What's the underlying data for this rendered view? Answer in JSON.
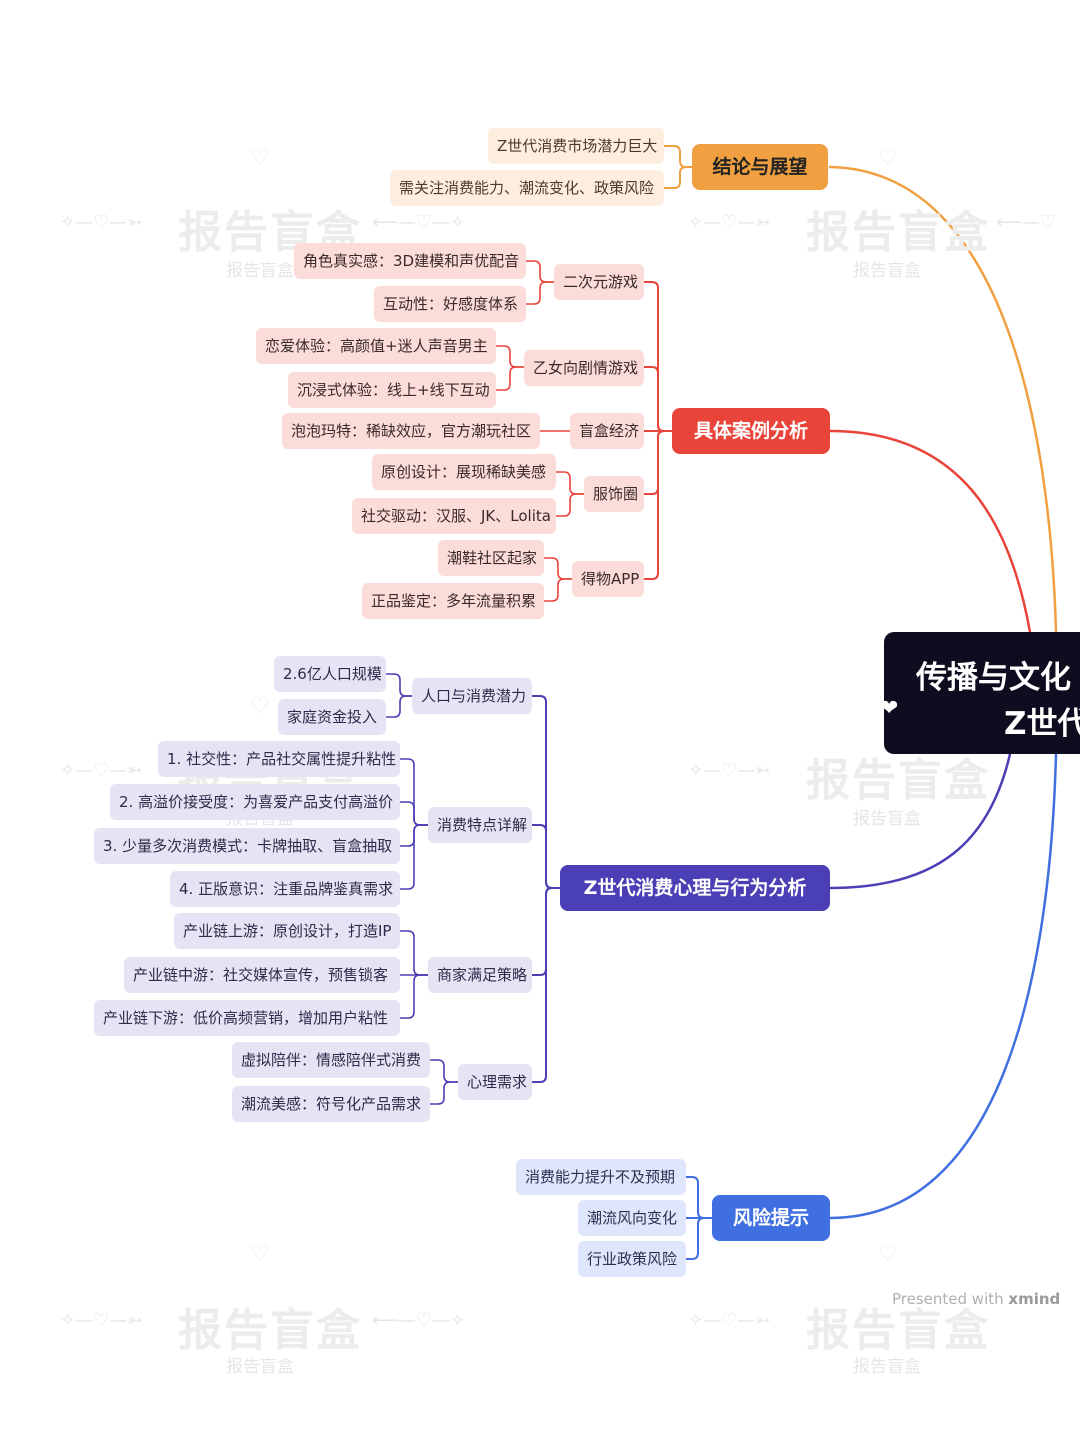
{
  "root": {
    "line1": "传播与文化",
    "line2": "Z世代"
  },
  "branches": {
    "conclusion": {
      "label": "结论与展望",
      "color": "#f0a040",
      "items": [
        "Z世代消费市场潜力巨大",
        "需关注消费能力、潮流变化、政策风险"
      ]
    },
    "cases": {
      "label": "具体案例分析",
      "color": "#e8443a",
      "groups": [
        {
          "label": "二次元游戏",
          "items": [
            "角色真实感：3D建模和声优配音",
            "互动性：好感度体系"
          ]
        },
        {
          "label": "乙女向剧情游戏",
          "items": [
            "恋爱体验：高颜值+迷人声音男主",
            "沉浸式体验：线上+线下互动"
          ]
        },
        {
          "label": "盲盒经济",
          "items": [
            "泡泡玛特：稀缺效应，官方潮玩社区"
          ]
        },
        {
          "label": "服饰圈",
          "items": [
            "原创设计：展现稀缺美感",
            "社交驱动：汉服、JK、Lolita"
          ]
        },
        {
          "label": "得物APP",
          "items": [
            "潮鞋社区起家",
            "正品鉴定：多年流量积累"
          ]
        }
      ]
    },
    "analysis": {
      "label": "Z世代消费心理与行为分析",
      "color": "#4b3fb5",
      "groups": [
        {
          "label": "人口与消费潜力",
          "items": [
            "2.6亿人口规模",
            "家庭资金投入"
          ]
        },
        {
          "label": "消费特点详解",
          "items": [
            "1. 社交性：产品社交属性提升粘性",
            "2. 高溢价接受度：为喜爱产品支付高溢价",
            "3. 少量多次消费模式：卡牌抽取、盲盒抽取",
            "4. 正版意识：注重品牌鉴真需求"
          ]
        },
        {
          "label": "商家满足策略",
          "items": [
            "产业链上游：原创设计，打造IP",
            "产业链中游：社交媒体宣传，预售锁客",
            "产业链下游：低价高频营销，增加用户粘性"
          ]
        },
        {
          "label": "心理需求",
          "items": [
            "虚拟陪伴：情感陪伴式消费",
            "潮流美感：符号化产品需求"
          ]
        }
      ]
    },
    "risks": {
      "label": "风险提示",
      "color": "#3f6fe0",
      "items": [
        "消费能力提升不及预期",
        "潮流风向变化",
        "行业政策风险"
      ]
    }
  },
  "watermark": {
    "big": "报告盲盒",
    "small": "报告盲盒"
  },
  "footer": {
    "prefix": "Presented with ",
    "brand": "xmind"
  }
}
